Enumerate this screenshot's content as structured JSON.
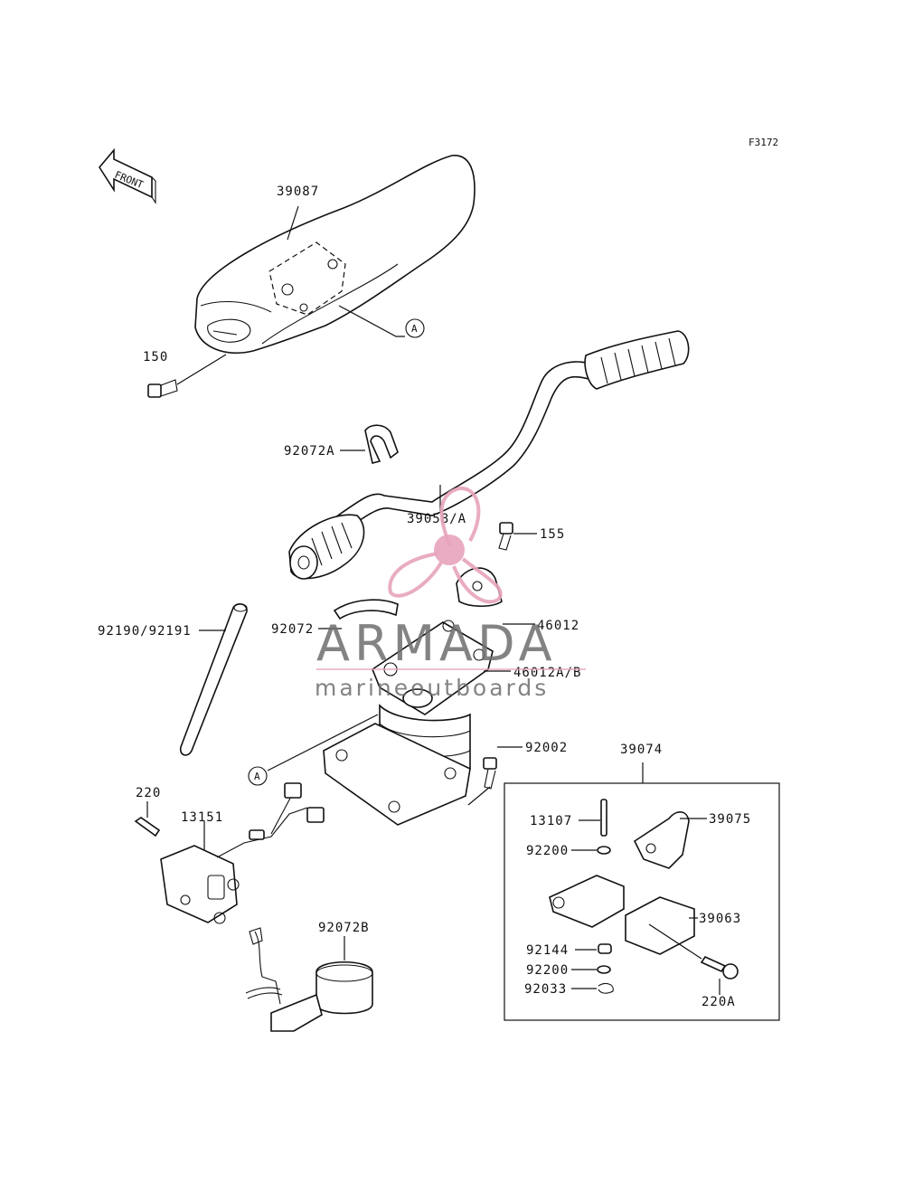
{
  "figure_code": "F3172",
  "front_marker": "FRONT",
  "ref_marker": "A",
  "parts": {
    "p39087": "39087",
    "p150": "150",
    "p92072A": "92072A",
    "p39058A": "39058/A",
    "p155": "155",
    "p92190": "92190/92191",
    "p92072": "92072",
    "p46012": "46012",
    "p46012AB": "46012A/B",
    "p92002": "92002",
    "p39074": "39074",
    "p220": "220",
    "p13151": "13151",
    "p92072B": "92072B",
    "p13107": "13107",
    "p39075": "39075",
    "p92200a": "92200",
    "p39063": "39063",
    "p92144": "92144",
    "p92200b": "92200",
    "p92033": "92033",
    "p220A": "220A"
  },
  "watermark": {
    "brand": "ARMADA",
    "tagline": "marineoutboards",
    "logo_color": "#e7a3bb",
    "text_color": "#6e6e6e"
  }
}
